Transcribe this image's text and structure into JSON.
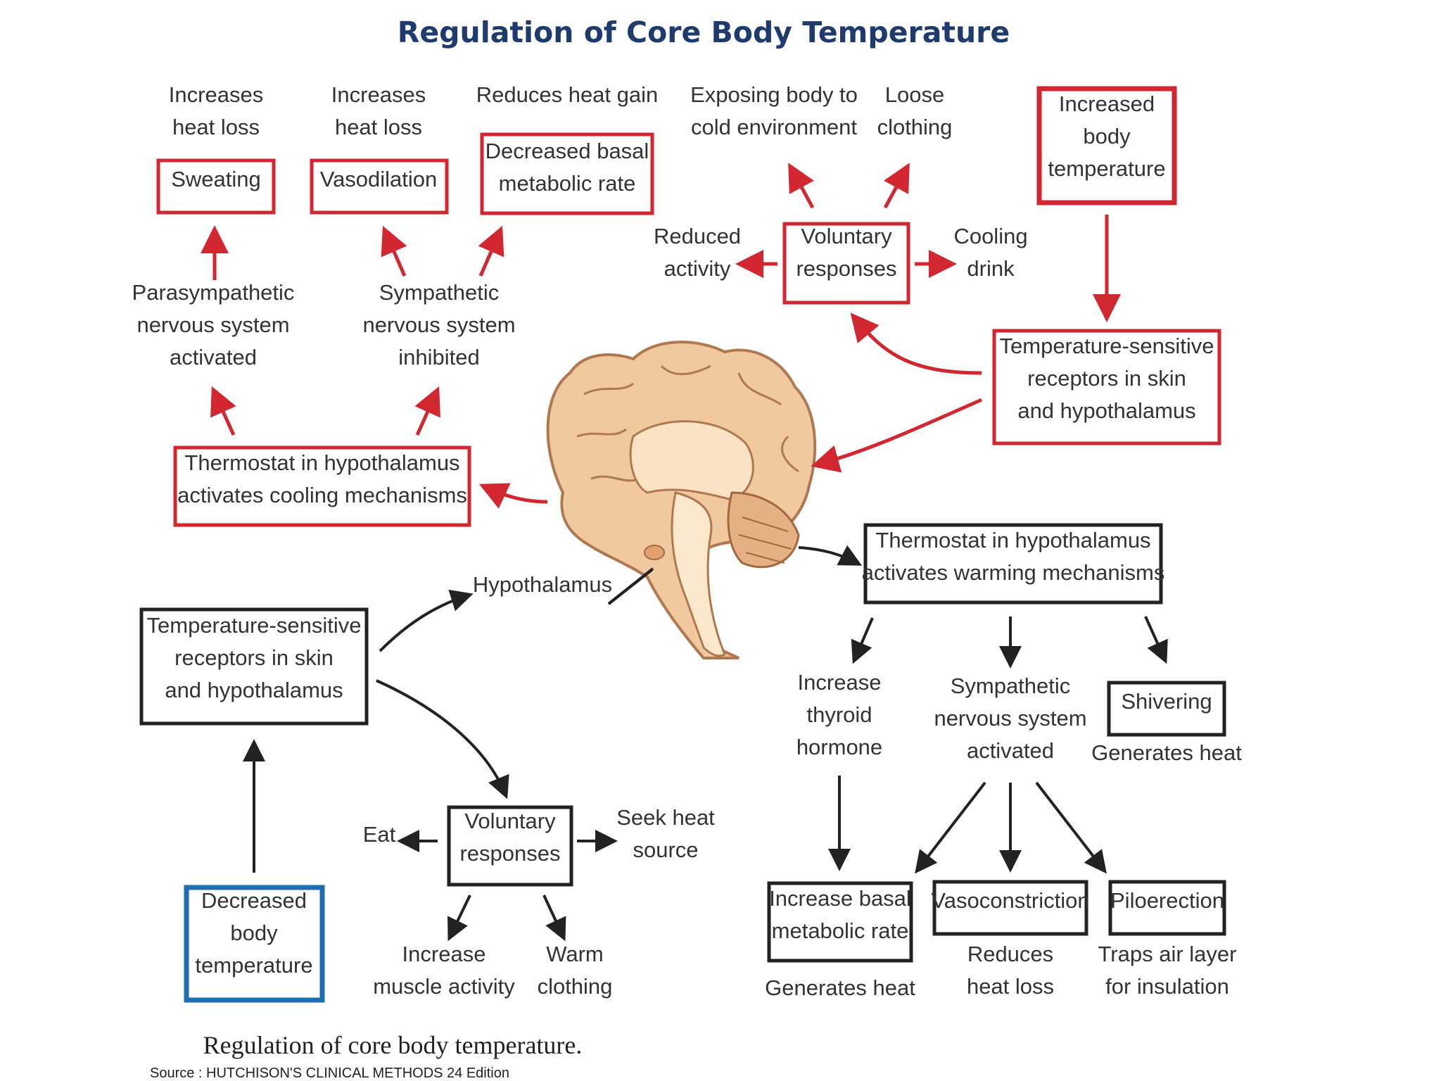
{
  "title": "Regulation of Core Body Temperature",
  "nodes": {
    "sweating_effect": [
      "Increases",
      "heat loss"
    ],
    "sweating": [
      "Sweating"
    ],
    "vasodilation_effect": [
      "Increases",
      "heat loss"
    ],
    "vasodilation": [
      "Vasodilation"
    ],
    "basal_effect": [
      "Reduces heat gain"
    ],
    "decreased_basal": [
      "Decreased basal",
      "metabolic rate"
    ],
    "exposing_body": [
      "Exposing body to",
      "cold environment"
    ],
    "loose_clothing": [
      "Loose",
      "clothing"
    ],
    "increased_temp": [
      "Increased",
      "body",
      "temperature"
    ],
    "reduced_activity": [
      "Reduced",
      "activity"
    ],
    "voluntary_top": [
      "Voluntary",
      "responses"
    ],
    "cooling_drink": [
      "Cooling",
      "drink"
    ],
    "parasympathetic": [
      "Parasympathetic",
      "nervous system",
      "activated"
    ],
    "sympathetic_inhibited": [
      "Sympathetic",
      "nervous system",
      "inhibited"
    ],
    "receptors_top": [
      "Temperature-sensitive",
      "receptors in skin",
      "and hypothalamus"
    ],
    "thermostat_cooling": [
      "Thermostat in hypothalamus",
      "activates cooling mechanisms"
    ],
    "hypothalamus": [
      "Hypothalamus"
    ],
    "thermostat_warming": [
      "Thermostat in hypothalamus",
      "activates warming mechanisms"
    ],
    "receptors_bottom": [
      "Temperature-sensitive",
      "receptors in skin",
      "and hypothalamus"
    ],
    "increase_thyroid": [
      "Increase",
      "thyroid",
      "hormone"
    ],
    "sympathetic_activated": [
      "Sympathetic",
      "nervous system",
      "activated"
    ],
    "shivering": [
      "Shivering"
    ],
    "shivering_effect": [
      "Generates heat"
    ],
    "eat": [
      "Eat"
    ],
    "voluntary_bottom": [
      "Voluntary",
      "responses"
    ],
    "seek_heat": [
      "Seek heat",
      "source"
    ],
    "increase_muscle": [
      "Increase",
      "muscle activity"
    ],
    "warm_clothing": [
      "Warm",
      "clothing"
    ],
    "decreased_temp": [
      "Decreased",
      "body",
      "temperature"
    ],
    "increase_basal": [
      "Increase basal",
      "metabolic rate"
    ],
    "vasoconstriction": [
      "Vasoconstriction"
    ],
    "piloerection": [
      "Piloerection"
    ],
    "basal_heat": [
      "Generates heat"
    ],
    "vasoconstriction_effect": [
      "Reduces",
      "heat loss"
    ],
    "piloerection_effect": [
      "Traps air layer",
      "for insulation"
    ]
  },
  "caption": "Regulation of core body temperature.",
  "source": "Source : HUTCHISON'S CLINICAL METHODS 24 Edition",
  "colors": {
    "hot": "#d22630",
    "cold": "#1c6db3",
    "neutral": "#222222",
    "title": "#1f3b6e"
  }
}
